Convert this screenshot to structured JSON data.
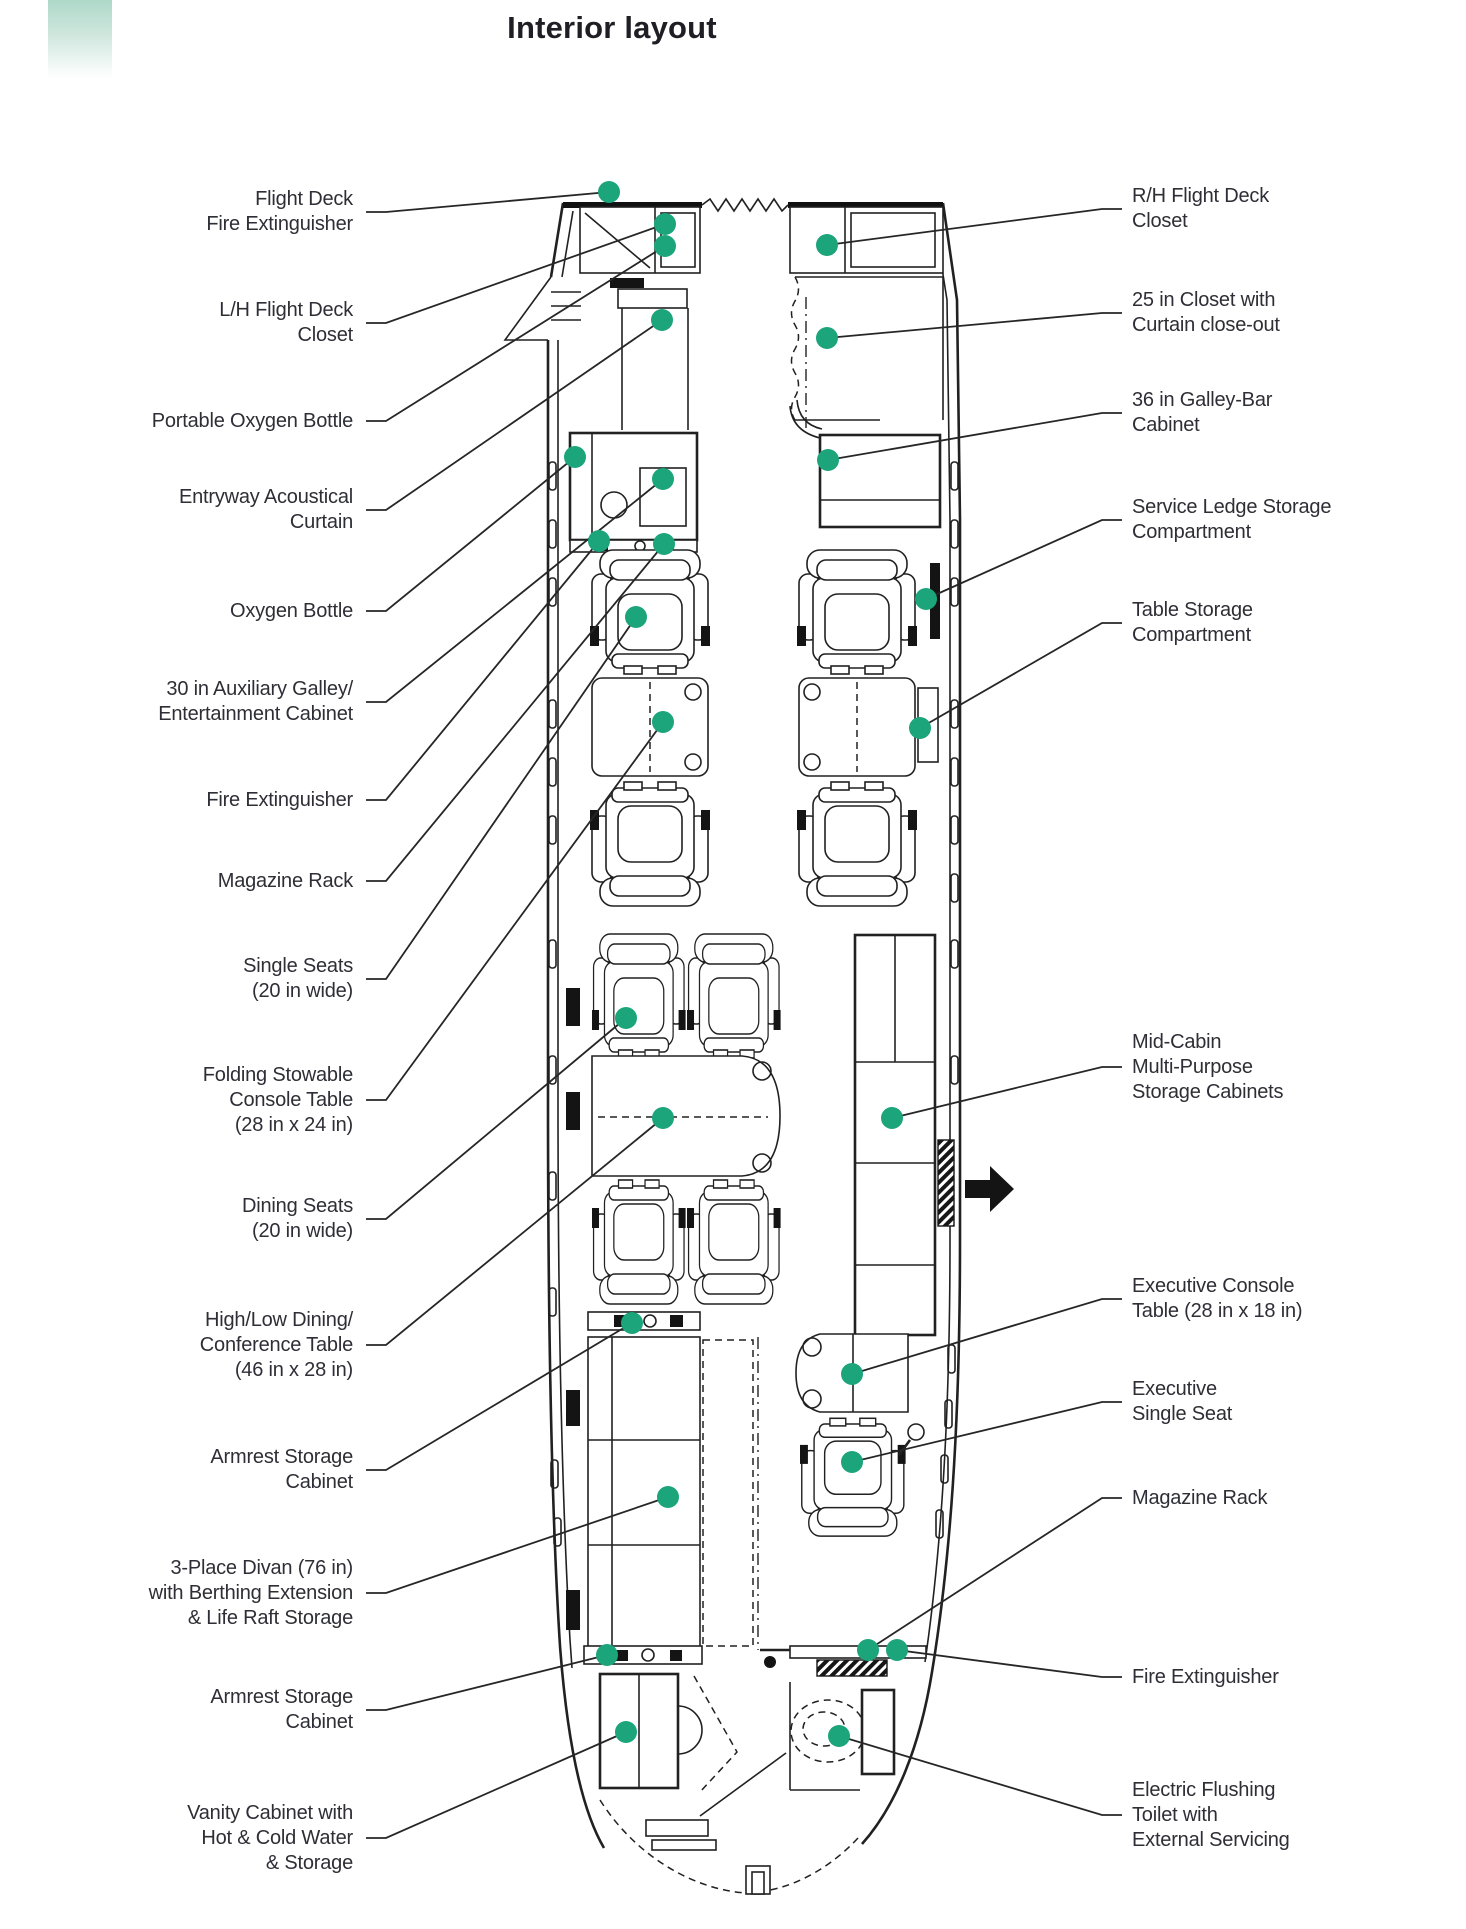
{
  "page": {
    "title": "Interior layout"
  },
  "accent": {
    "corner_color": "#aed8c9",
    "dot_color": "#1CA47B",
    "line_color": "#212121"
  },
  "callouts": {
    "left": [
      {
        "id": "flight-deck-fire-extinguisher",
        "label": "Flight Deck\nFire Extinguisher"
      },
      {
        "id": "lh-flight-deck-closet",
        "label": "L/H Flight Deck\nCloset"
      },
      {
        "id": "portable-oxygen-bottle",
        "label": "Portable Oxygen Bottle"
      },
      {
        "id": "entryway-acoustical-curtain",
        "label": "Entryway Acoustical\nCurtain"
      },
      {
        "id": "oxygen-bottle",
        "label": "Oxygen Bottle"
      },
      {
        "id": "auxiliary-galley-cabinet",
        "label": "30 in Auxiliary Galley/\nEntertainment Cabinet"
      },
      {
        "id": "fire-extinguisher-forward",
        "label": "Fire Extinguisher"
      },
      {
        "id": "magazine-rack-forward",
        "label": "Magazine Rack"
      },
      {
        "id": "single-seats",
        "label": "Single Seats\n(20 in wide)"
      },
      {
        "id": "folding-stowable-console-table",
        "label": "Folding Stowable\nConsole Table\n(28 in x 24 in)"
      },
      {
        "id": "dining-seats",
        "label": "Dining Seats\n(20 in wide)"
      },
      {
        "id": "high-low-dining-conference-table",
        "label": "High/Low Dining/\nConference Table\n(46 in x 28 in)"
      },
      {
        "id": "armrest-storage-cabinet-forward",
        "label": "Armrest Storage\nCabinet"
      },
      {
        "id": "three-place-divan",
        "label": "3-Place Divan (76 in)\nwith Berthing Extension\n& Life Raft Storage"
      },
      {
        "id": "armrest-storage-cabinet-aft",
        "label": "Armrest Storage\nCabinet"
      },
      {
        "id": "vanity-cabinet",
        "label": "Vanity Cabinet with\nHot & Cold Water\n& Storage"
      }
    ],
    "right": [
      {
        "id": "rh-flight-deck-closet",
        "label": "R/H Flight Deck\nCloset"
      },
      {
        "id": "closet-25in-curtain",
        "label": "25 in Closet with\nCurtain close-out"
      },
      {
        "id": "galley-bar-cabinet-36in",
        "label": "36 in Galley-Bar\nCabinet"
      },
      {
        "id": "service-ledge-storage",
        "label": "Service Ledge Storage\nCompartment"
      },
      {
        "id": "table-storage-compartment",
        "label": "Table Storage\nCompartment"
      },
      {
        "id": "mid-cabin-storage-cabinets",
        "label": "Mid-Cabin\nMulti-Purpose\nStorage Cabinets"
      },
      {
        "id": "executive-console-table",
        "label": "Executive Console\nTable (28 in x 18 in)"
      },
      {
        "id": "executive-single-seat",
        "label": "Executive\nSingle Seat"
      },
      {
        "id": "magazine-rack-aft",
        "label": "Magazine Rack"
      },
      {
        "id": "fire-extinguisher-aft",
        "label": "Fire Extinguisher"
      },
      {
        "id": "electric-flushing-toilet",
        "label": "Electric Flushing\nToilet with\nExternal Servicing"
      }
    ]
  }
}
